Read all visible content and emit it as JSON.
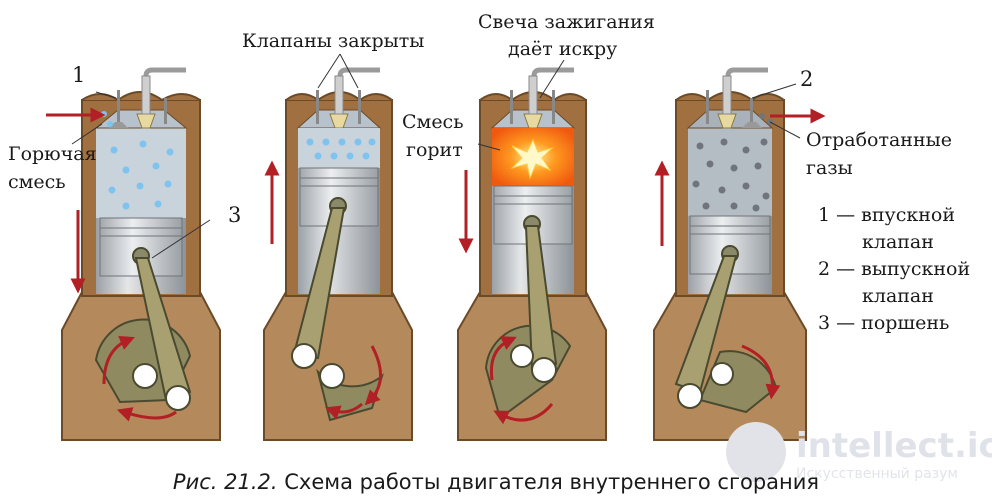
{
  "labels": {
    "valves_closed": "Клапаны закрыты",
    "spark_line1": "Свеча зажигания",
    "spark_line2": "даёт искру",
    "fuel_line1": "Горючая",
    "fuel_line2": "смесь",
    "burns_line1": "Смесь",
    "burns_line2": "горит",
    "exhaust_line1": "Отработанные",
    "exhaust_line2": "газы",
    "num1": "1",
    "num2": "2",
    "num3": "3"
  },
  "legend": {
    "item1_a": "1 — впускной",
    "item1_b": "клапан",
    "item2_a": "2 — выпускной",
    "item2_b": "клапан",
    "item3": "3 — поршень"
  },
  "caption": {
    "prefix": "Рис. 21.2.",
    "text": " Схема работы двигателя внутреннего сгорания"
  },
  "watermark": {
    "brand": "intellect.icu",
    "sub": "Искусственный разум"
  },
  "colors": {
    "housing": "#a07040",
    "crankcase": "#b48a5c",
    "cylinder": "#c4c8cc",
    "piston": "#c9ccd0",
    "rod": "#a8a070",
    "arrow": "#b21f24"
  }
}
